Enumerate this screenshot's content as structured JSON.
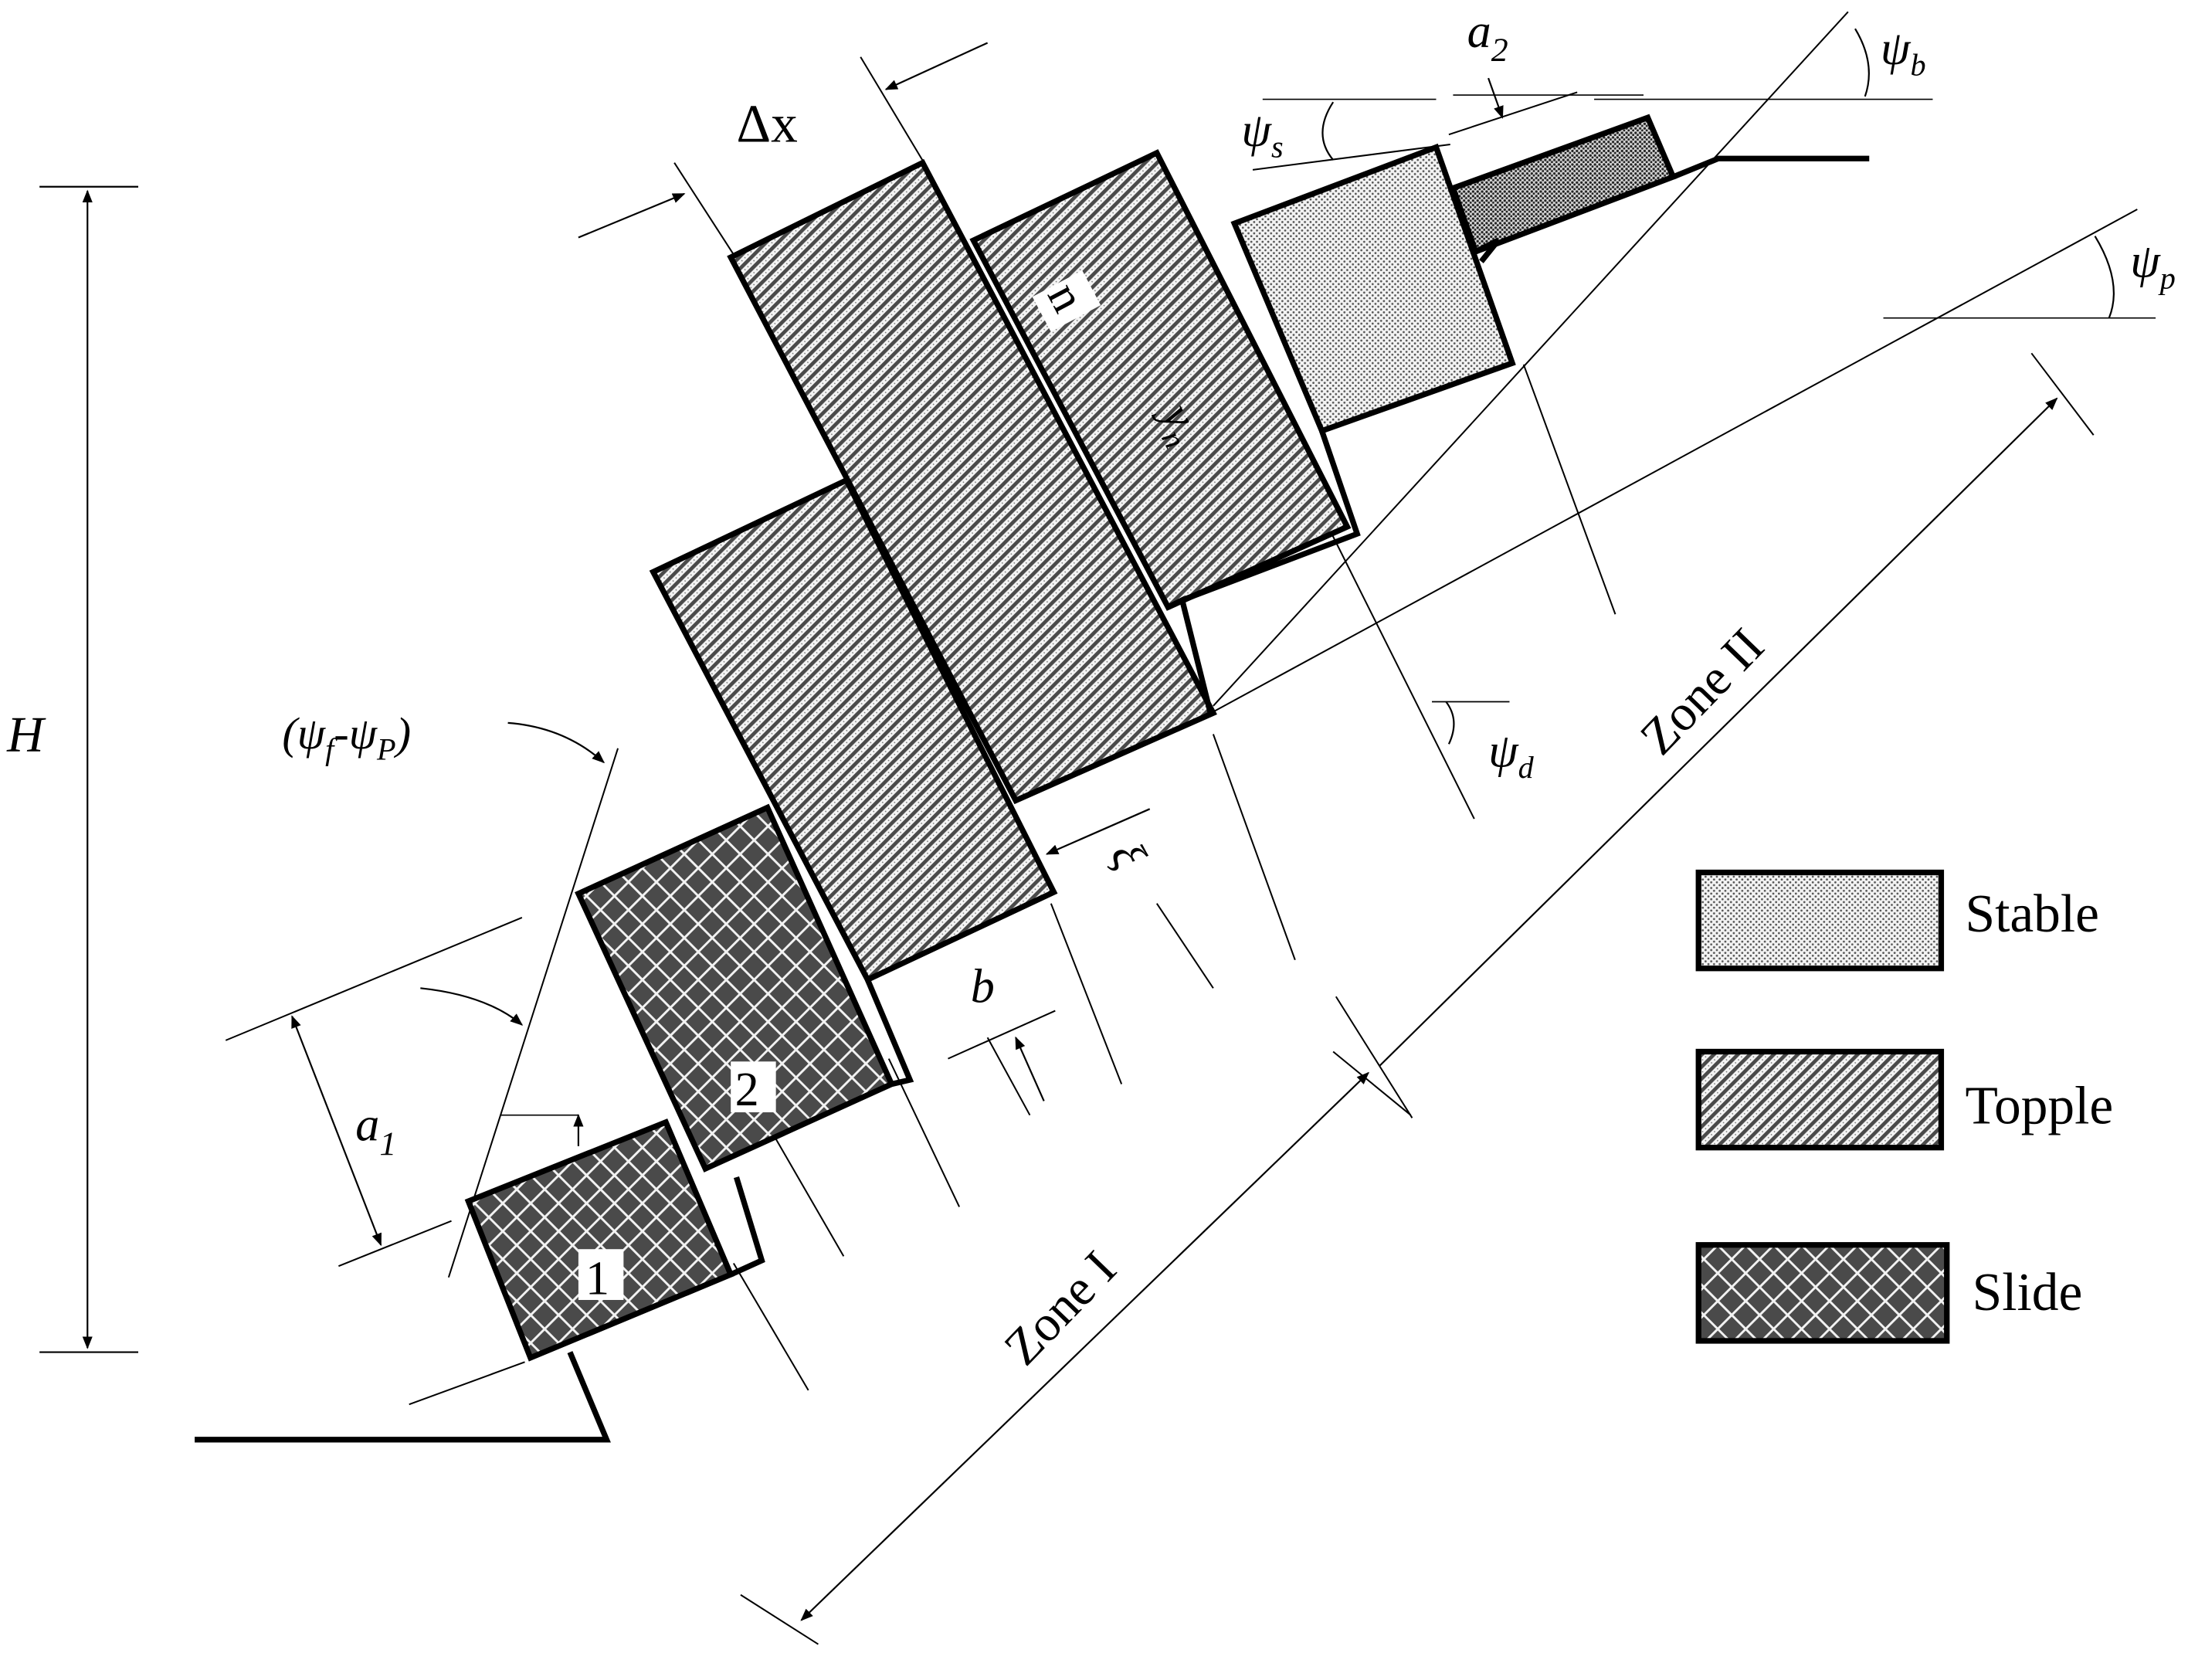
{
  "labels": {
    "H": "H",
    "delta_x": "Δx",
    "a1_main": "a",
    "a1_sub": "1",
    "a2_main": "a",
    "a2_sub": "2",
    "psi_s_main": "ψ",
    "psi_s_sub": "s",
    "psi_b_main": "ψ",
    "psi_b_sub": "b",
    "psi_p_main": "ψ",
    "psi_p_sub": "p",
    "psi_d_main": "ψ",
    "psi_d_sub": "d",
    "psi_fp_open": "(ψ",
    "psi_fp_f": "f",
    "psi_fp_mid": "-ψ",
    "psi_fp_P": "P",
    "psi_fp_close": ")",
    "yn_main": "y",
    "yn_sub": "n",
    "b": "b",
    "xi": "ξ",
    "block_n": "n",
    "block_1": "1",
    "block_2": "2",
    "zone_1": "Zone I",
    "zone_2": "Zone II"
  },
  "legend": [
    {
      "label": "Stable",
      "pattern": "stable"
    },
    {
      "label": "Topple",
      "pattern": "topple"
    },
    {
      "label": "Slide",
      "pattern": "slide"
    }
  ],
  "colors": {
    "stroke": "#000000",
    "slide_fill": "#4a4a4a",
    "stable_fill": "#f2f2f2"
  }
}
